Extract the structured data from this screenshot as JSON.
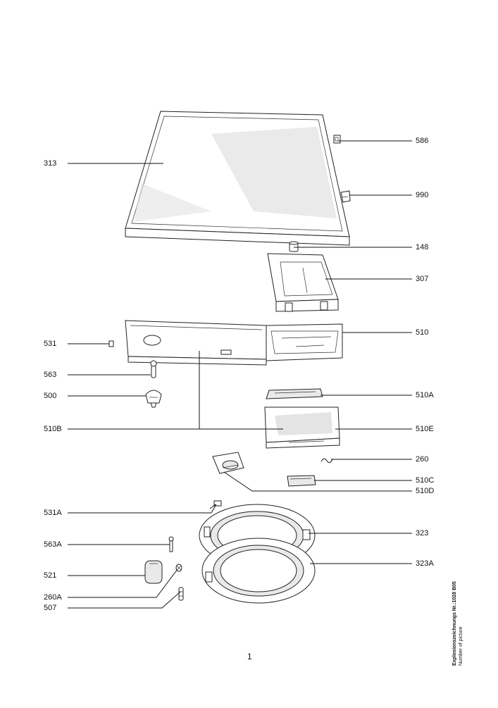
{
  "labels_left": [
    {
      "id": "313",
      "text": "313"
    },
    {
      "id": "531",
      "text": "531"
    },
    {
      "id": "563",
      "text": "563"
    },
    {
      "id": "500",
      "text": "500"
    },
    {
      "id": "510B",
      "text": "510B"
    },
    {
      "id": "531A",
      "text": "531A"
    },
    {
      "id": "563A",
      "text": "563A"
    },
    {
      "id": "521",
      "text": "521"
    },
    {
      "id": "260A",
      "text": "260A"
    },
    {
      "id": "507",
      "text": "507"
    }
  ],
  "labels_right": [
    {
      "id": "586",
      "text": "586"
    },
    {
      "id": "990",
      "text": "990"
    },
    {
      "id": "148",
      "text": "148"
    },
    {
      "id": "307",
      "text": "307"
    },
    {
      "id": "510",
      "text": "510"
    },
    {
      "id": "510A",
      "text": "510A"
    },
    {
      "id": "510E",
      "text": "510E"
    },
    {
      "id": "260",
      "text": "260"
    },
    {
      "id": "510C",
      "text": "510C"
    },
    {
      "id": "510D",
      "text": "510D"
    },
    {
      "id": "323",
      "text": "323"
    },
    {
      "id": "323A",
      "text": "323A"
    }
  ],
  "page_number": "1",
  "side_caption": {
    "line1": "Explosionszeichnungs Nr.:1028 B05",
    "line2": "Number of picture"
  }
}
